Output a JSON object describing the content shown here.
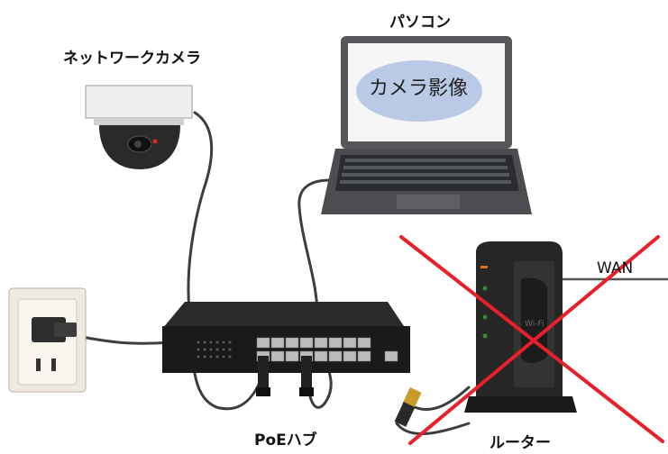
{
  "labels": {
    "network_camera": "ネットワークカメラ",
    "pc": "パソコン",
    "camera_image": "カメラ影像",
    "poe_hub": "PoEハブ",
    "router": "ルーター",
    "wan": "WAN",
    "router_brand": "Wi-Fi"
  },
  "colors": {
    "cross": "#e8202a",
    "device_dark": "#222222",
    "screen_bubble": "#b9c9e6",
    "laptop_body": "#5a5c60",
    "cable": "#4a4a4a"
  },
  "icons": {
    "camera": "dome-camera-icon",
    "laptop": "laptop-icon",
    "hub": "switching-hub-icon",
    "router": "wifi-router-icon",
    "outlet": "power-outlet-icon",
    "cross": "cross-out-mark"
  }
}
